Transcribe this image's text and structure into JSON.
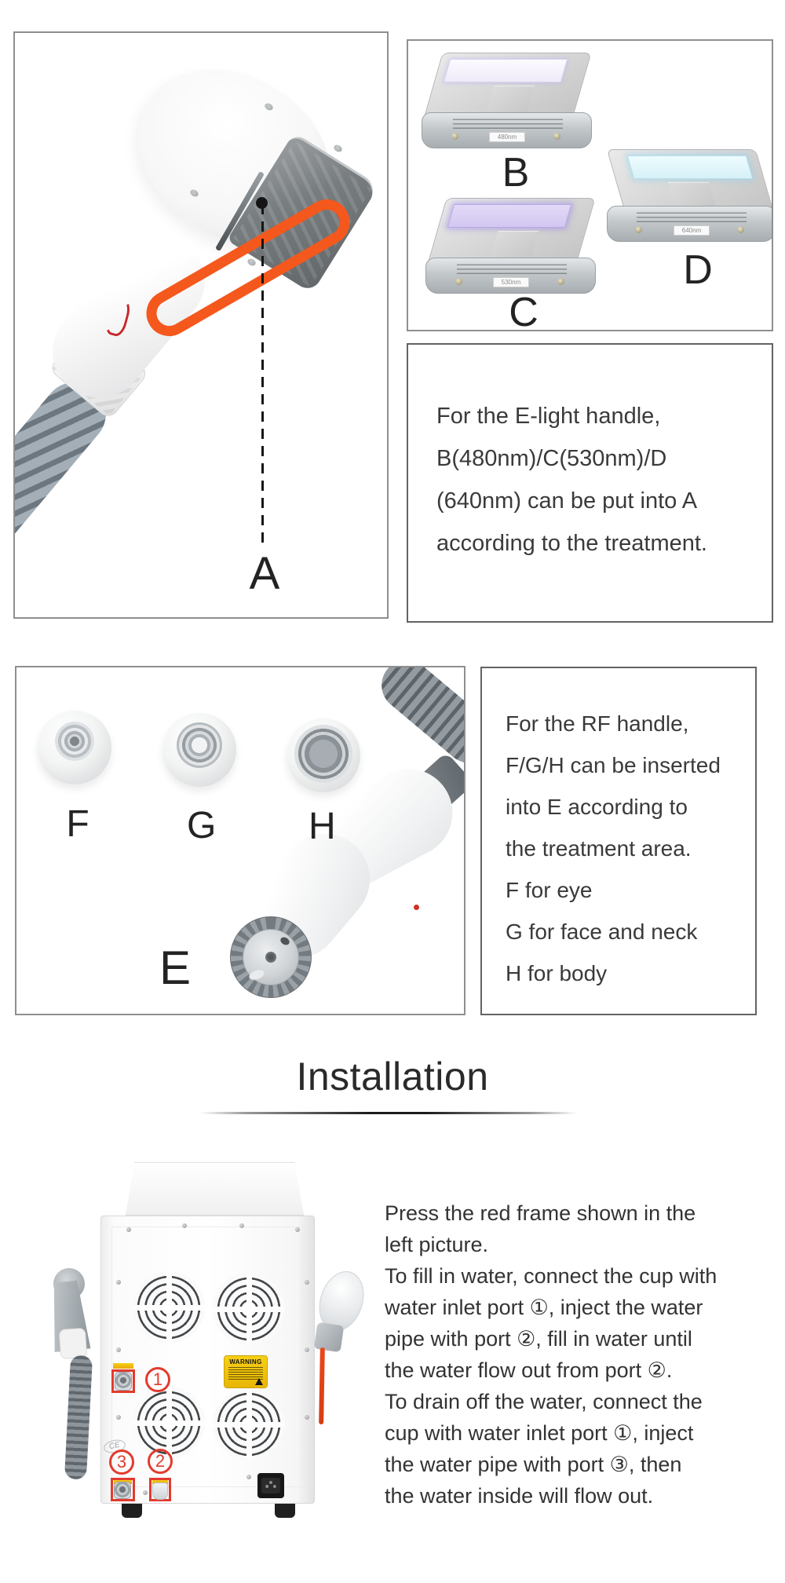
{
  "palette": {
    "accent_red": "#e23b2e",
    "strap_orange": "#f4581d",
    "warning_yellow": "#f2c500"
  },
  "elight_section": {
    "handle_label": "A",
    "filter_b_label": "B",
    "filter_b_tag": "480nm",
    "filter_c_label": "C",
    "filter_c_tag": "530nm",
    "filter_d_label": "D",
    "filter_d_tag": "640nm",
    "note_line1": "For the E-light handle,",
    "note_line2": "B(480nm)/C(530nm)/D",
    "note_line3": "(640nm) can be put into A",
    "note_line4": "according to the treatment."
  },
  "rf_section": {
    "tip_f_label": "F",
    "tip_g_label": "G",
    "tip_h_label": "H",
    "handle_label": "E",
    "note_line1": "For the RF handle,",
    "note_line2": "F/G/H can be inserted",
    "note_line3": "into E according to",
    "note_line4": "the treatment area.",
    "note_line5": "F for eye",
    "note_line6": "G for face and neck",
    "note_line7": "H for body"
  },
  "installation": {
    "title": "Installation",
    "machine": {
      "warning_text": "WARNING",
      "ce_text": "CE",
      "badge_1": "1",
      "badge_2": "2",
      "badge_3": "3"
    },
    "line1": "Press the red frame shown in the",
    "line2": "left picture.",
    "line3": "To fill in water, connect the cup with",
    "line4": "water inlet port ①, inject the water",
    "line5": "pipe with port ②, fill in water until",
    "line6": "the water flow out from port ②.",
    "line7": "To drain off the water, connect the",
    "line8": "cup with water inlet port ①, inject",
    "line9": "the water pipe with port ③, then",
    "line10": "the water inside will flow out."
  }
}
